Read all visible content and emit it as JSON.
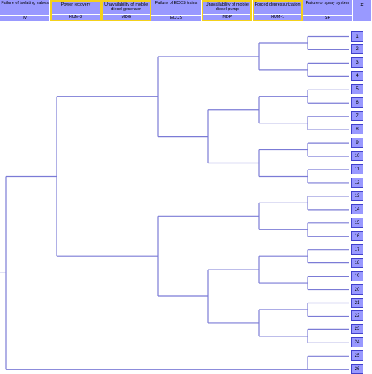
{
  "columns": [
    {
      "title": "Failure of isolating valves",
      "code": "IV",
      "highlighted": false
    },
    {
      "title": "Power recovery",
      "code": "HUM-2",
      "highlighted": true
    },
    {
      "title": "Unavailability of mobile diesel generator",
      "code": "MDG",
      "highlighted": true
    },
    {
      "title": "Failure of ECCS trains",
      "code": "ECCS",
      "highlighted": false
    },
    {
      "title": "Unavailability of mobile diesel pump",
      "code": "MDP",
      "highlighted": true
    },
    {
      "title": "Forced depressurization",
      "code": "HUM-1",
      "highlighted": true
    },
    {
      "title": "Failure of spray system",
      "code": "SP",
      "highlighted": false
    }
  ],
  "index_header": "#",
  "sequences": [
    "1",
    "2",
    "3",
    "4",
    "5",
    "6",
    "7",
    "8",
    "9",
    "10",
    "11",
    "12",
    "13",
    "14",
    "15",
    "16",
    "17",
    "18",
    "19",
    "20",
    "21",
    "22",
    "23",
    "24",
    "25",
    "26"
  ],
  "colors": {
    "header_fill": "#9999ff",
    "highlight_border": "#f4d11a",
    "branch_line": "#7b7bd6"
  }
}
